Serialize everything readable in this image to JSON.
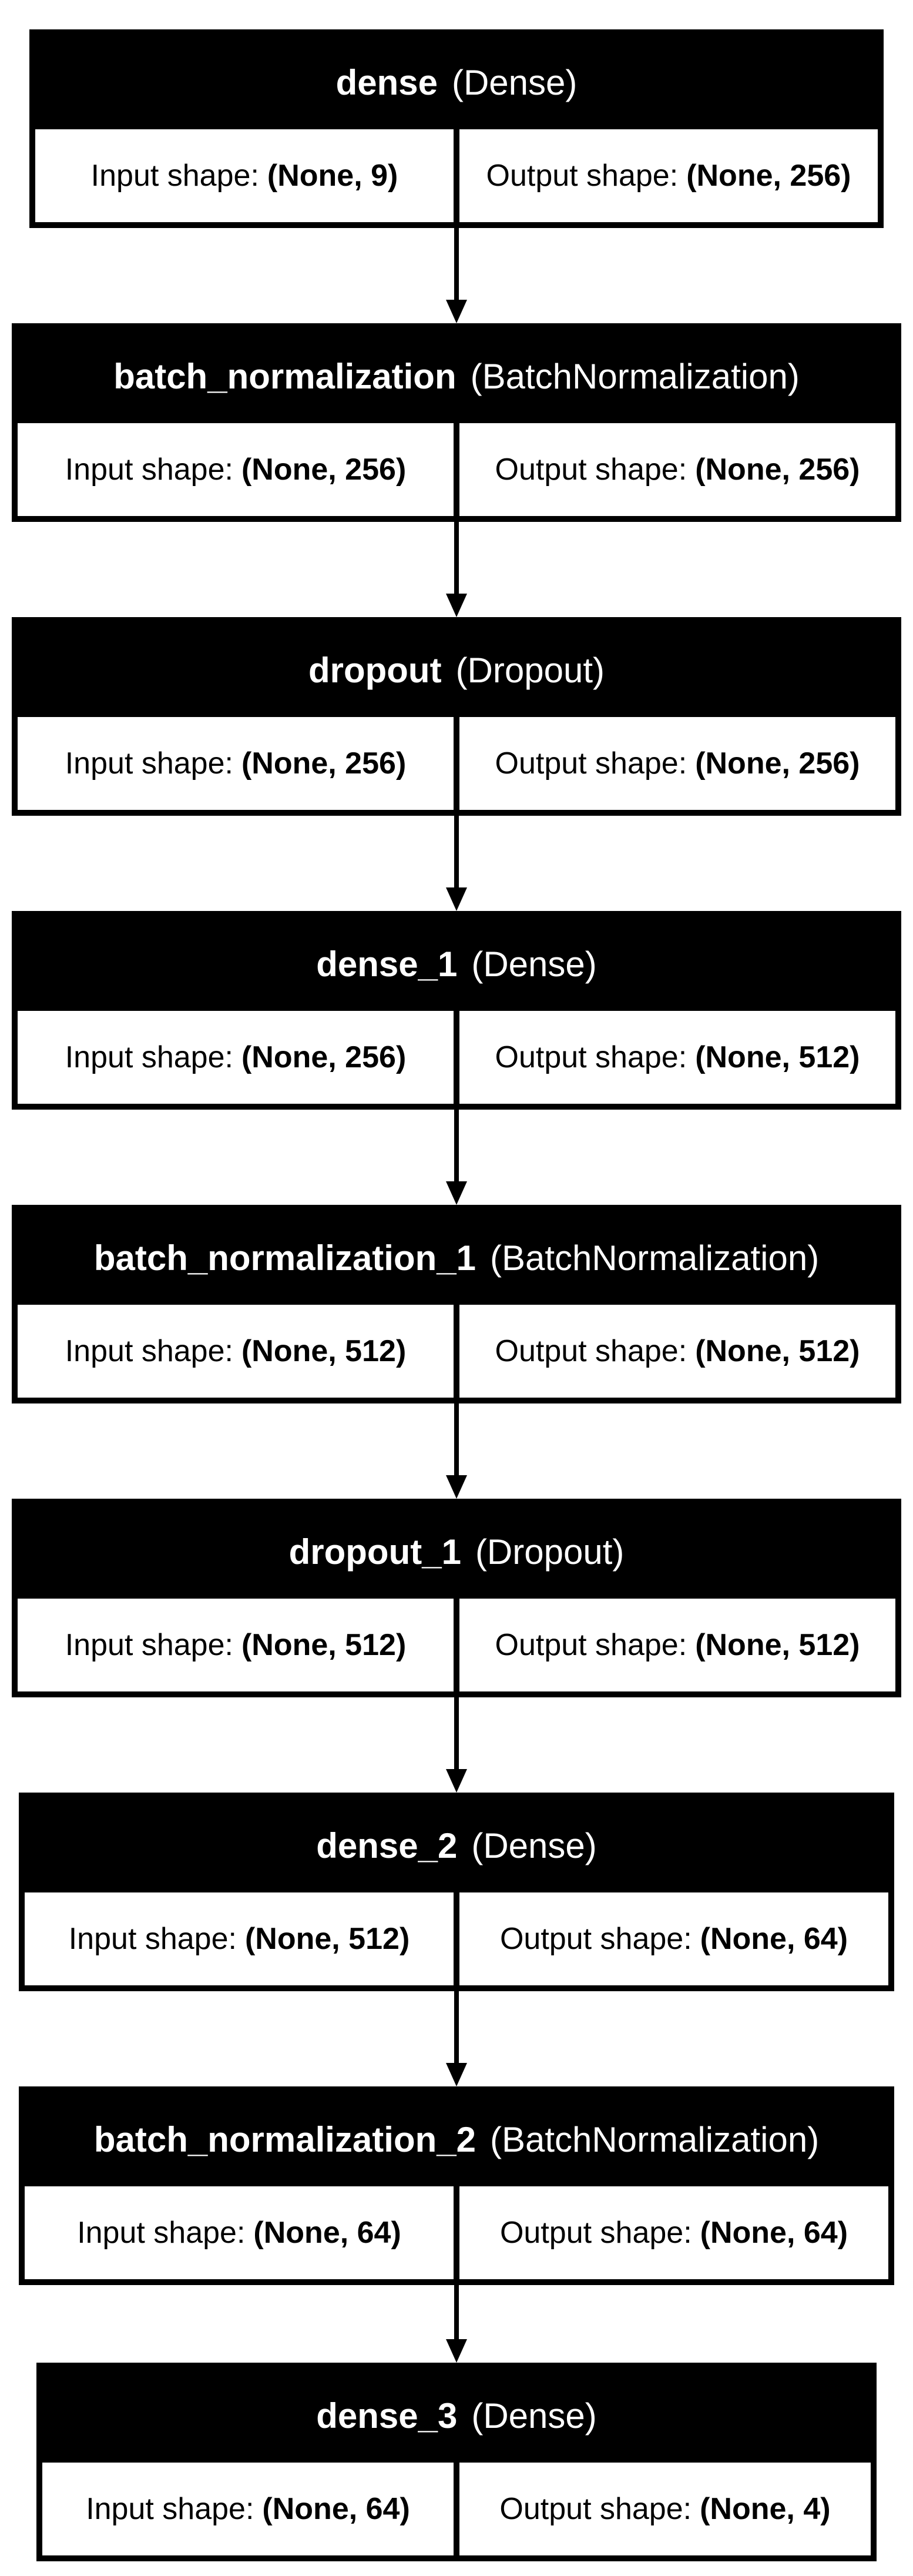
{
  "labels": {
    "input": "Input shape:",
    "output": "Output shape:"
  },
  "layers": [
    {
      "name": "dense",
      "type": "(Dense)",
      "input": "(None, 9)",
      "output": "(None, 256)"
    },
    {
      "name": "batch_normalization",
      "type": "(BatchNormalization)",
      "input": "(None, 256)",
      "output": "(None, 256)"
    },
    {
      "name": "dropout",
      "type": "(Dropout)",
      "input": "(None, 256)",
      "output": "(None, 256)"
    },
    {
      "name": "dense_1",
      "type": "(Dense)",
      "input": "(None, 256)",
      "output": "(None, 512)"
    },
    {
      "name": "batch_normalization_1",
      "type": "(BatchNormalization)",
      "input": "(None, 512)",
      "output": "(None, 512)"
    },
    {
      "name": "dropout_1",
      "type": "(Dropout)",
      "input": "(None, 512)",
      "output": "(None, 512)"
    },
    {
      "name": "dense_2",
      "type": "(Dense)",
      "input": "(None, 512)",
      "output": "(None, 64)"
    },
    {
      "name": "batch_normalization_2",
      "type": "(BatchNormalization)",
      "input": "(None, 64)",
      "output": "(None, 64)"
    },
    {
      "name": "dense_3",
      "type": "(Dense)",
      "input": "(None, 64)",
      "output": "(None, 4)"
    }
  ]
}
